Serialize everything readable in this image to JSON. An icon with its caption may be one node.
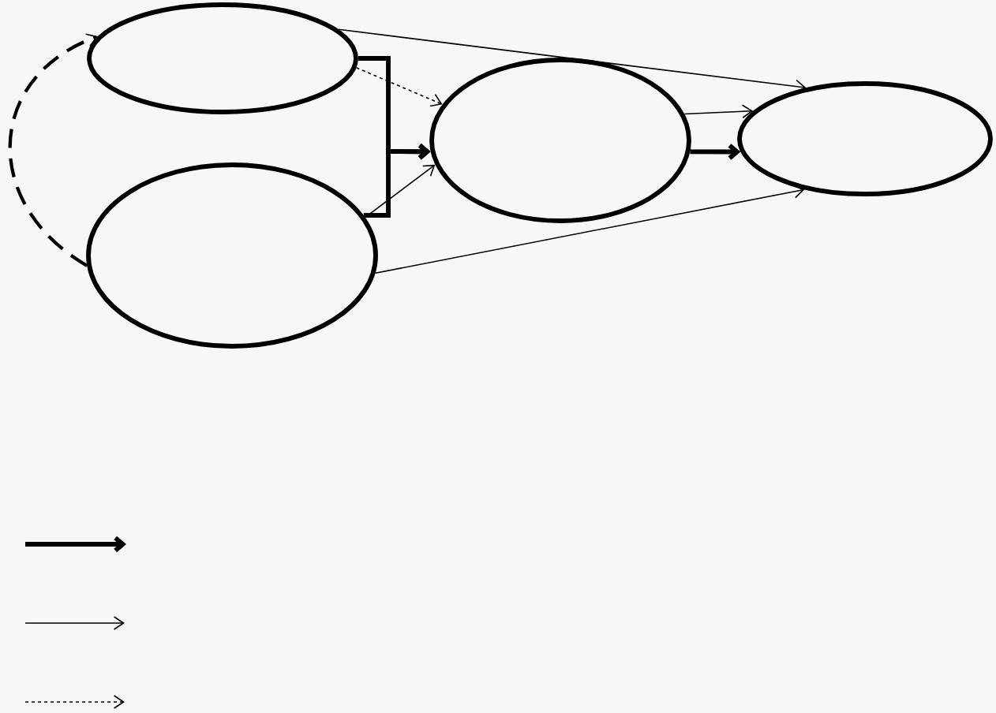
{
  "diagram": {
    "nodes": [
      {
        "text": [],
        "shape": "ellipse"
      },
      {
        "text": [],
        "shape": "ellipse"
      },
      {
        "text": [],
        "shape": "ellipse"
      },
      {
        "text": [],
        "shape": "ellipse"
      }
    ],
    "edges": [
      {
        "from": 0,
        "to": 2,
        "arrow": "to",
        "style": "thick"
      },
      {
        "from": 1,
        "to": 2,
        "arrow": "to",
        "style": "thick"
      },
      {
        "from": 0,
        "to": 2,
        "arrow": "to",
        "style": "dashed"
      },
      {
        "from": 1,
        "to": 2,
        "arrow": "to"
      },
      {
        "from": 0,
        "to": 3,
        "arrow": "to"
      },
      {
        "from": 1,
        "to": 3,
        "arrow": "to"
      },
      {
        "from": 2,
        "to": 3,
        "arrow": "to"
      },
      {
        "from": 2,
        "to": 3,
        "arrow": "to",
        "style": "thick"
      },
      {
        "from": 1,
        "to": 0,
        "arrow": "to",
        "style": "dashed"
      }
    ]
  }
}
